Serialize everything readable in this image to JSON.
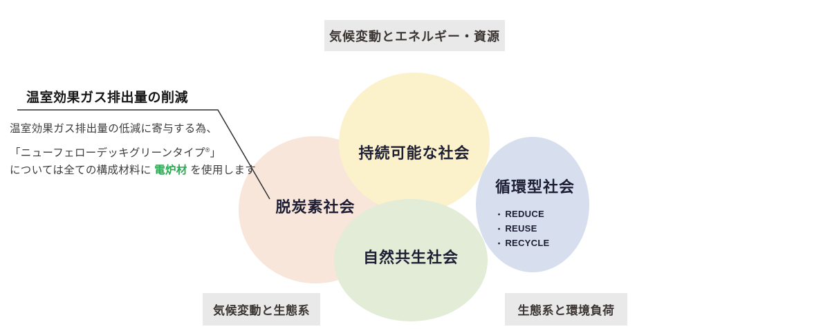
{
  "category_boxes": {
    "top": "気候変動とエネルギー・資源",
    "bottom_left": "気候変動と生態系",
    "bottom_right": "生態系と環境負荷"
  },
  "circles": {
    "sustainable": {
      "label": "持続可能な社会",
      "color": "#FBF2CC"
    },
    "decarbonized": {
      "label": "脱炭素社会",
      "color": "#F8E6DA"
    },
    "recycling": {
      "label": "循環型社会",
      "color": "#D7DFEF",
      "bullet": "・",
      "items": [
        "REDUCE",
        "REUSE",
        "RECYCLE"
      ]
    },
    "nature": {
      "label": "自然共生社会",
      "color": "#E2ECD6"
    }
  },
  "annotation": {
    "title": "温室効果ガス排出量の削減",
    "line1": "温室効果ガス排出量の低減に寄与する為、",
    "line2_pre": "「ニューフェローデッキグリーンタイプ",
    "line2_sup": "®",
    "line2_post": "」",
    "line3_pre": "については全ての構成材料に ",
    "line3_highlight": "電炉材",
    "line3_post": " を使用します"
  },
  "colors": {
    "accent_green": "#2CA853",
    "label_box_bg": "#E9E9E9",
    "circle_label_text": "#1D1D33"
  }
}
